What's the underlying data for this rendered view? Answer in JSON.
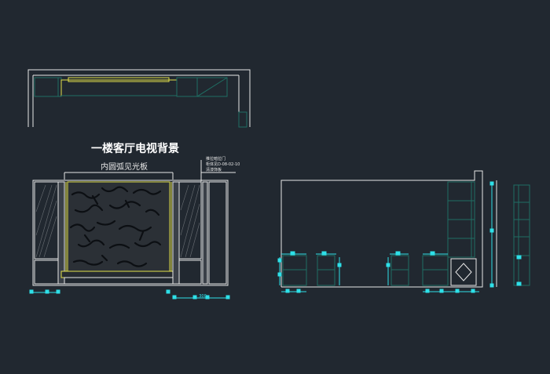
{
  "drawing": {
    "title": "一楼客厅电视背景",
    "subtitle": "内圆弧见光板",
    "annotation_lines": [
      "推拉暗拉门",
      "柜体见D-08-02-10",
      "清漆饰板"
    ],
    "dimension_label": "300"
  },
  "colors": {
    "background": "#212830",
    "line_white": "#e8e8e8",
    "accent_yellow": "#e3e04a",
    "dimension_cyan": "#2ee0e8",
    "panel_teal": "#1f6e63",
    "marble_fill": "#2b3036",
    "vein": "#0c0f13"
  }
}
